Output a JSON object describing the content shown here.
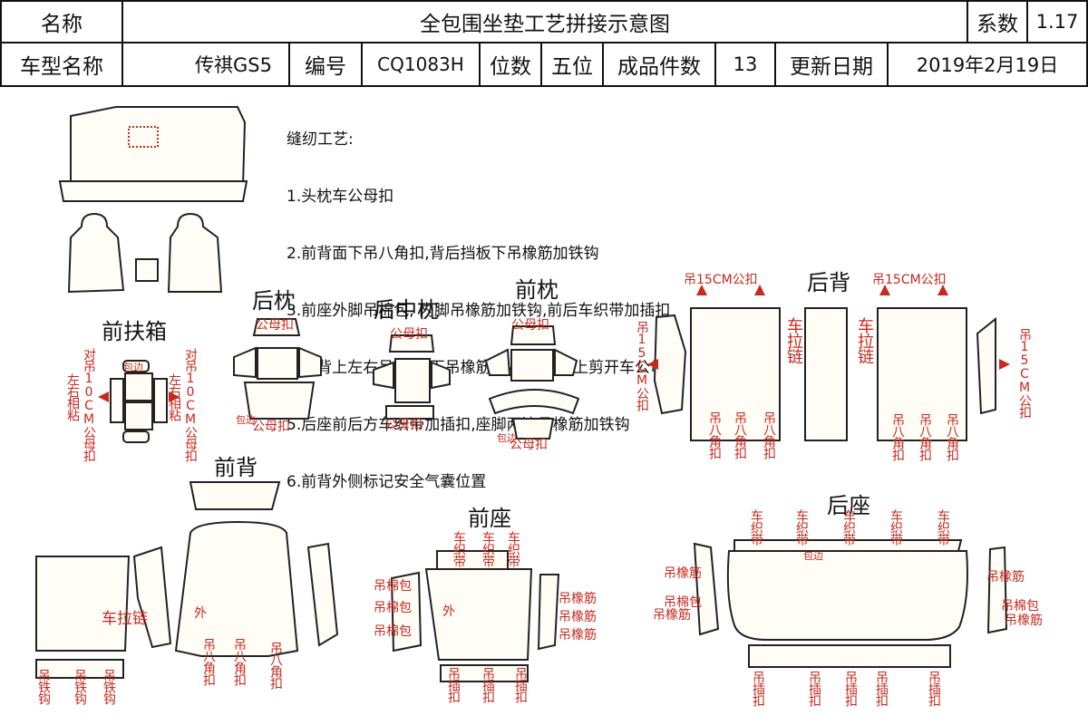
{
  "header": {
    "name_label": "名称",
    "title": "全包围坐垫工艺拼接示意图",
    "coef_label": "系数",
    "coef_value": "1.17",
    "model_label": "车型名称",
    "model_value": "传祺GS5",
    "code_label": "编号",
    "code_value": "CQ1083H",
    "seats_label": "位数",
    "seats_value": "五位",
    "pieces_label": "成品件数",
    "pieces_value": "13",
    "date_label": "更新日期",
    "date_value": "2019年2月19日"
  },
  "notes": {
    "heading": "缝纫工艺:",
    "items": [
      "1.头枕车公母扣",
      "2.前背面下吊八角扣,背后挡板下吊橡筋加铁钩",
      "3.前座外脚吊棉包, 内脚吊橡筋加铁钩,前后车织带加插扣",
      "4.后背上左右吊公扣,下吊橡筋加八角扣,面上剪开车公母扣",
      "5.后座前后方车织带加插扣,座脚两边吊橡筋加铁钩",
      "6.前背外侧标记安全气囊位置"
    ]
  },
  "sections": {
    "armrest": "前扶箱",
    "rear_headrest": "后枕",
    "rear_mid_headrest": "后中枕",
    "front_headrest": "前枕",
    "rear_back": "后背",
    "front_back": "前背",
    "front_seat": "前座",
    "rear_seat": "后座"
  },
  "labels": {
    "baobian": "包边",
    "gongmukou": "公母扣",
    "armrest_side": "对吊10CM公母扣",
    "armrest_side2": "左右相粘",
    "hang15": "吊15CM公扣",
    "chelalian": "车拉链",
    "badiao": "吊八角扣",
    "zhidai": "车织带",
    "hang_cotton": "吊棉包",
    "hang_rubber": "吊橡筋",
    "hang_hook": "吊铁钩",
    "hang_buckle": "吊插扣",
    "wai": "外"
  },
  "colors": {
    "annotation": "#c8281e",
    "outline": "#111111",
    "watermark": "#6fa8dc"
  }
}
